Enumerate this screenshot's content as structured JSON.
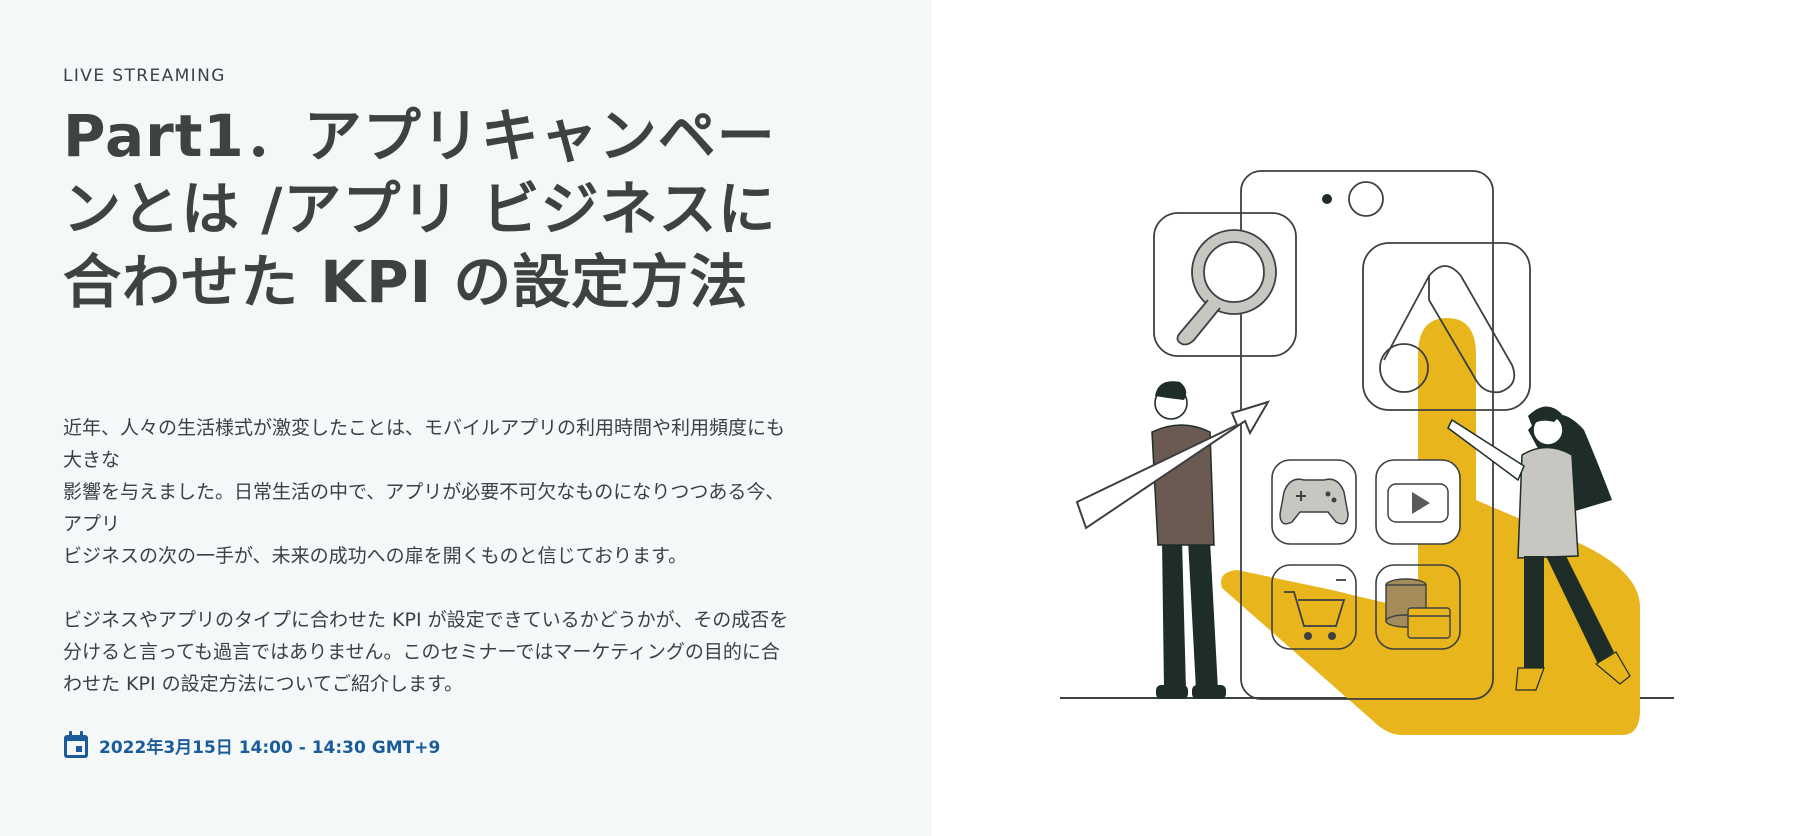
{
  "eyebrow": "LIVE STREAMING",
  "title": "Part1．アプリキャンペーンとは /アプリ ビジネスに合わせた KPI の設定方法",
  "description": [
    "近年、人々の生活様式が激変したことは、モバイルアプリの利用時間や利用頻度にも大きな\n影響を与えました。日常生活の中で、アプリが必要不可欠なものになりつつある今、アプリ\nビジネスの次の一手が、未来の成功への扉を開くものと信じております。",
    "ビジネスやアプリのタイプに合わせた KPI が設定できているかどうかが、その成否を分けると言っても過言ではありません。このセミナーではマーケティングの目的に合わせた KPI の設定方法についてご紹介します。"
  ],
  "event_date": "2022年3月15日 14:00 - 14:30 GMT+9",
  "icons": {
    "date": "calendar-icon",
    "illustration": [
      "search-icon",
      "ads-logo-icon",
      "gamepad-icon",
      "play-icon",
      "shopping-cart-icon",
      "coins-icon",
      "arrow-icon"
    ]
  },
  "colors": {
    "left_bg": "#f5f8f8",
    "title": "#3f4241",
    "accent_blue": "#1a5b9a",
    "illustration_yellow": "#e8b51c",
    "dark_green": "#1e2d28"
  }
}
